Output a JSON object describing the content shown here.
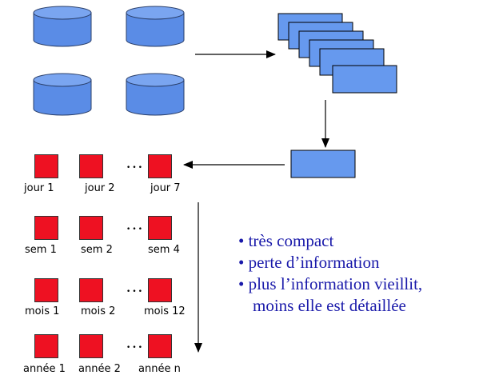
{
  "colors": {
    "cylinder_fill": "#5a8ce6",
    "rect_fill": "#6699ee",
    "square_fill": "#ee1122",
    "notes_text": "#1a1aaa"
  },
  "icons": {
    "storage": "database-cylinder-icon",
    "document_stack": "document-stack-icon",
    "aggregate": "aggregate-block-icon",
    "period": "period-square-icon"
  },
  "rows": {
    "days": {
      "ellipsis": "…",
      "labels": [
        "jour 1",
        "jour 2",
        "jour 7"
      ]
    },
    "weeks": {
      "ellipsis": "…",
      "labels": [
        "sem 1",
        "sem 2",
        "sem 4"
      ]
    },
    "months": {
      "ellipsis": "…",
      "labels": [
        "mois 1",
        "mois 2",
        "mois 12"
      ]
    },
    "years": {
      "ellipsis": "…",
      "labels": [
        "année 1",
        "année 2",
        "année n"
      ]
    }
  },
  "notes": {
    "line1": "• très compact",
    "line2": "• perte d’information",
    "line3": "• plus l’information vieillit,",
    "line4": "moins elle est détaillée"
  }
}
